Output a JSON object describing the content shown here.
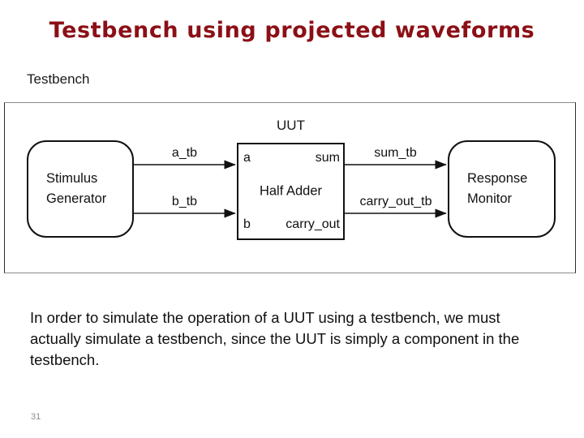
{
  "slide": {
    "title": "Testbench using projected waveforms",
    "title_color": "#8B1016",
    "page_number": "31",
    "body_text": "In order to simulate the operation of a UUT using a testbench, we must actually simulate a testbench, since the UUT is simply a component in the testbench."
  },
  "diagram": {
    "frame_label": "Testbench",
    "stimulus_generator": {
      "line1": "Stimulus",
      "line2": "Generator"
    },
    "response_monitor": {
      "line1": "Response",
      "line2": "Monitor"
    },
    "uut": {
      "label": "UUT",
      "name": "Half Adder",
      "input_a": "a",
      "input_b": "b",
      "output_sum": "sum",
      "output_carry": "carry_out"
    },
    "signals": {
      "a_tb": "a_tb",
      "b_tb": "b_tb",
      "sum_tb": "sum_tb",
      "carry_out_tb": "carry_out_tb"
    }
  }
}
